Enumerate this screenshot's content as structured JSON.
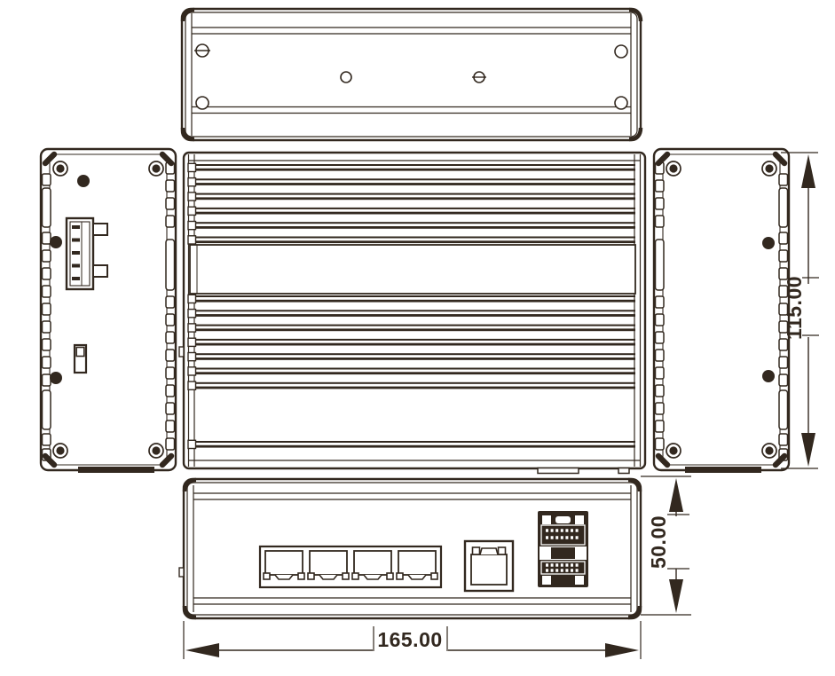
{
  "palette": {
    "line_color": "#32281f",
    "background": "#ffffff"
  },
  "dimensions": {
    "width_label": "165.00",
    "height_label": "115.00",
    "depth_label": "50.00"
  }
}
